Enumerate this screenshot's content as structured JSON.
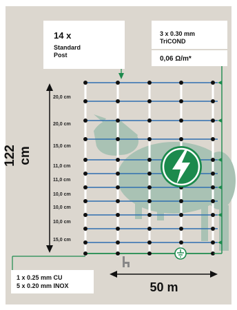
{
  "posts": {
    "count": "14 x",
    "type_line1": "Standard",
    "type_line2": "Post"
  },
  "wire": {
    "spec": "3 x 0.30 mm",
    "brand": "TriCOND",
    "resistance": "0,06 Ω/m*"
  },
  "conductor": {
    "line1": "1 x 0.25 mm CU",
    "line2": "5 x 0.20 mm INOX"
  },
  "dimensions": {
    "height": "122 cm",
    "width": "50 m"
  },
  "spacings": [
    "20,0 cm",
    "20,0 cm",
    "15,0 cm",
    "11,0 cm",
    "11,0 cm",
    "10,0 cm",
    "10,0 cm",
    "10,0 cm",
    "15,0 cm"
  ],
  "colors": {
    "background": "#dcd7cf",
    "sheep": "#a9c2b4",
    "wire_blue": "#2f6fb0",
    "ground_green": "#1c8a4d",
    "post_white": "#ffffff"
  },
  "icons": {
    "electric": "lightning-bolt",
    "ground": "earth-ground"
  }
}
